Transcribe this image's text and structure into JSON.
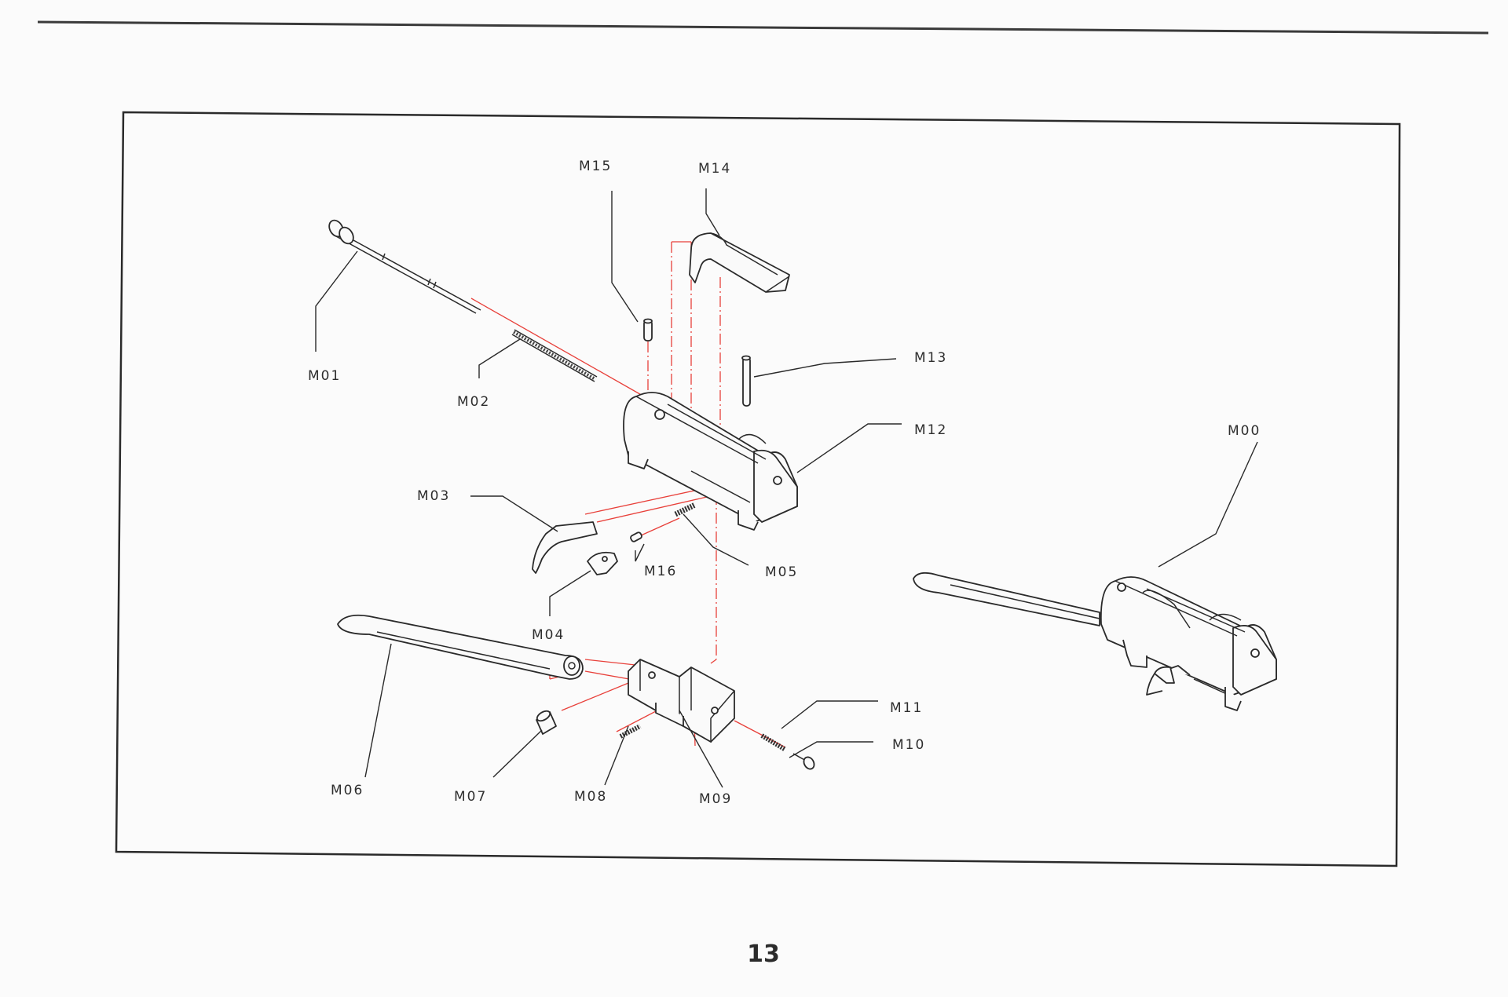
{
  "diagram": {
    "parts": {
      "m00": "M00",
      "m01": "M01",
      "m02": "M02",
      "m03": "M03",
      "m04": "M04",
      "m05": "M05",
      "m06": "M06",
      "m07": "M07",
      "m08": "M08",
      "m09": "M09",
      "m10": "M10",
      "m11": "M11",
      "m12": "M12",
      "m13": "M13",
      "m14": "M14",
      "m15": "M15",
      "m16": "M16"
    },
    "colors": {
      "assembly_lines": "#e8403a",
      "ink": "#2a2a2a",
      "paper": "#fbfbfb"
    }
  },
  "page": {
    "number": "13"
  }
}
